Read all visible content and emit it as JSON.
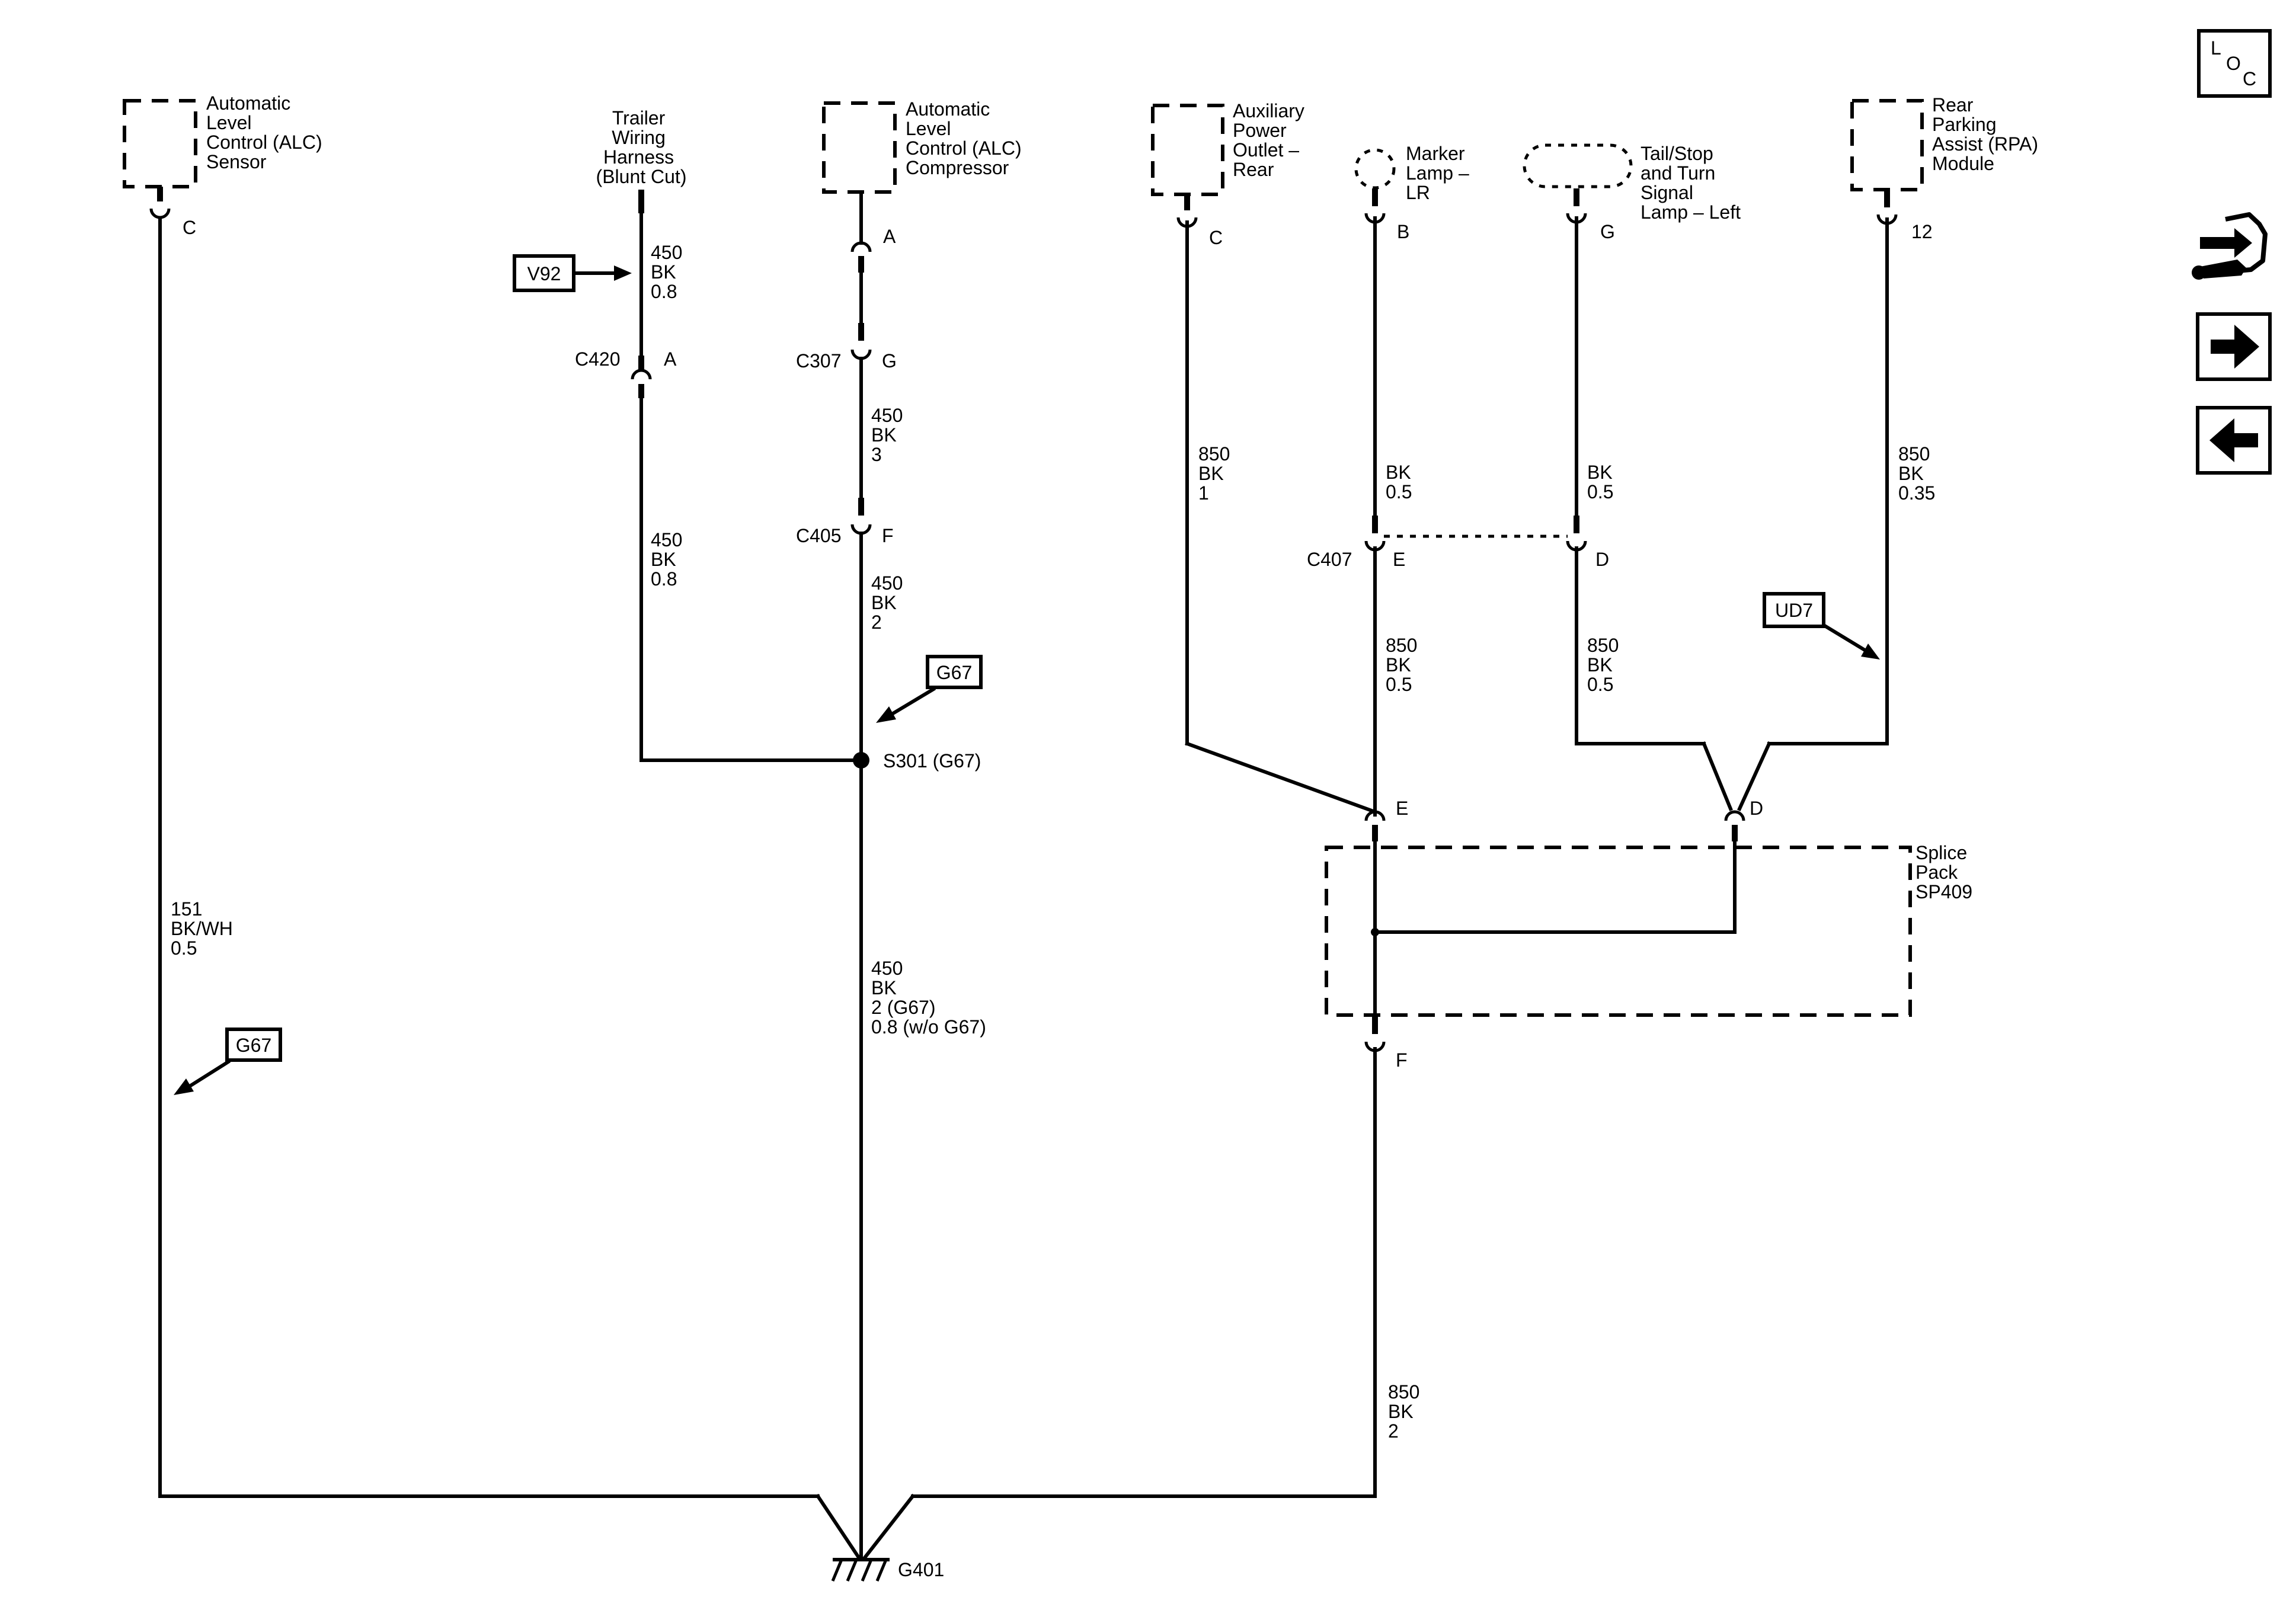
{
  "components": {
    "alc_sensor": [
      "Automatic",
      "Level",
      "Control (ALC)",
      "Sensor"
    ],
    "trailer_harness": [
      "Trailer",
      "Wiring",
      "Harness",
      "(Blunt Cut)"
    ],
    "alc_compressor": [
      "Automatic",
      "Level",
      "Control (ALC)",
      "Compressor"
    ],
    "aux_outlet": [
      "Auxiliary",
      "Power",
      "Outlet –",
      "Rear"
    ],
    "marker_lamp": [
      "Marker",
      "Lamp –",
      "LR"
    ],
    "tail_lamp": [
      "Tail/Stop",
      "and Turn",
      "Signal",
      "Lamp – Left"
    ],
    "rpa_module": [
      "Rear",
      "Parking",
      "Assist (RPA)",
      "Module"
    ],
    "splice_pack": [
      "Splice",
      "Pack",
      "SP409"
    ]
  },
  "pins": {
    "alc_sensor": "C",
    "c420": "A",
    "alc_compressor": "A",
    "c307": "G",
    "c405": "F",
    "aux_outlet": "C",
    "marker_lamp": "B",
    "tail_lamp": "G",
    "rpa_module": "12",
    "c407_left": "E",
    "c407_right": "D",
    "sp409_e": "E",
    "sp409_d": "D",
    "sp409_f": "F"
  },
  "connectors": {
    "c420": "C420",
    "c307": "C307",
    "c405": "C405",
    "c407": "C407",
    "splice_s301": "S301 (G67)",
    "ground": "G401"
  },
  "wires": {
    "alc_sensor": [
      "151",
      "BK/WH",
      "0.5"
    ],
    "trailer_top": [
      "450",
      "BK",
      "0.8"
    ],
    "trailer_bottom": [
      "450",
      "BK",
      "0.8"
    ],
    "comp_c307_c405": [
      "450",
      "BK",
      "3"
    ],
    "comp_c405_s301": [
      "450",
      "BK",
      "2"
    ],
    "s301_ground": [
      "450",
      "BK",
      "2 (G67)",
      "0.8 (w/o G67)"
    ],
    "aux_outlet": [
      "850",
      "BK",
      "1"
    ],
    "marker_top": [
      "BK",
      "0.5"
    ],
    "tail_top": [
      "BK",
      "0.5"
    ],
    "marker_bottom": [
      "850",
      "BK",
      "0.5"
    ],
    "tail_bottom": [
      "850",
      "BK",
      "0.5"
    ],
    "rpa": [
      "850",
      "BK",
      "0.35"
    ],
    "sp409_ground": [
      "850",
      "BK",
      "2"
    ]
  },
  "option_flags": {
    "v92": "V92",
    "g67_upper": "G67",
    "g67_lower": "G67",
    "ud7": "UD7"
  },
  "toolbar": {
    "loc": [
      "L",
      "O",
      "C"
    ],
    "tools": [
      "wrench-hand-icon",
      "arrow-right-icon",
      "arrow-left-icon"
    ]
  }
}
